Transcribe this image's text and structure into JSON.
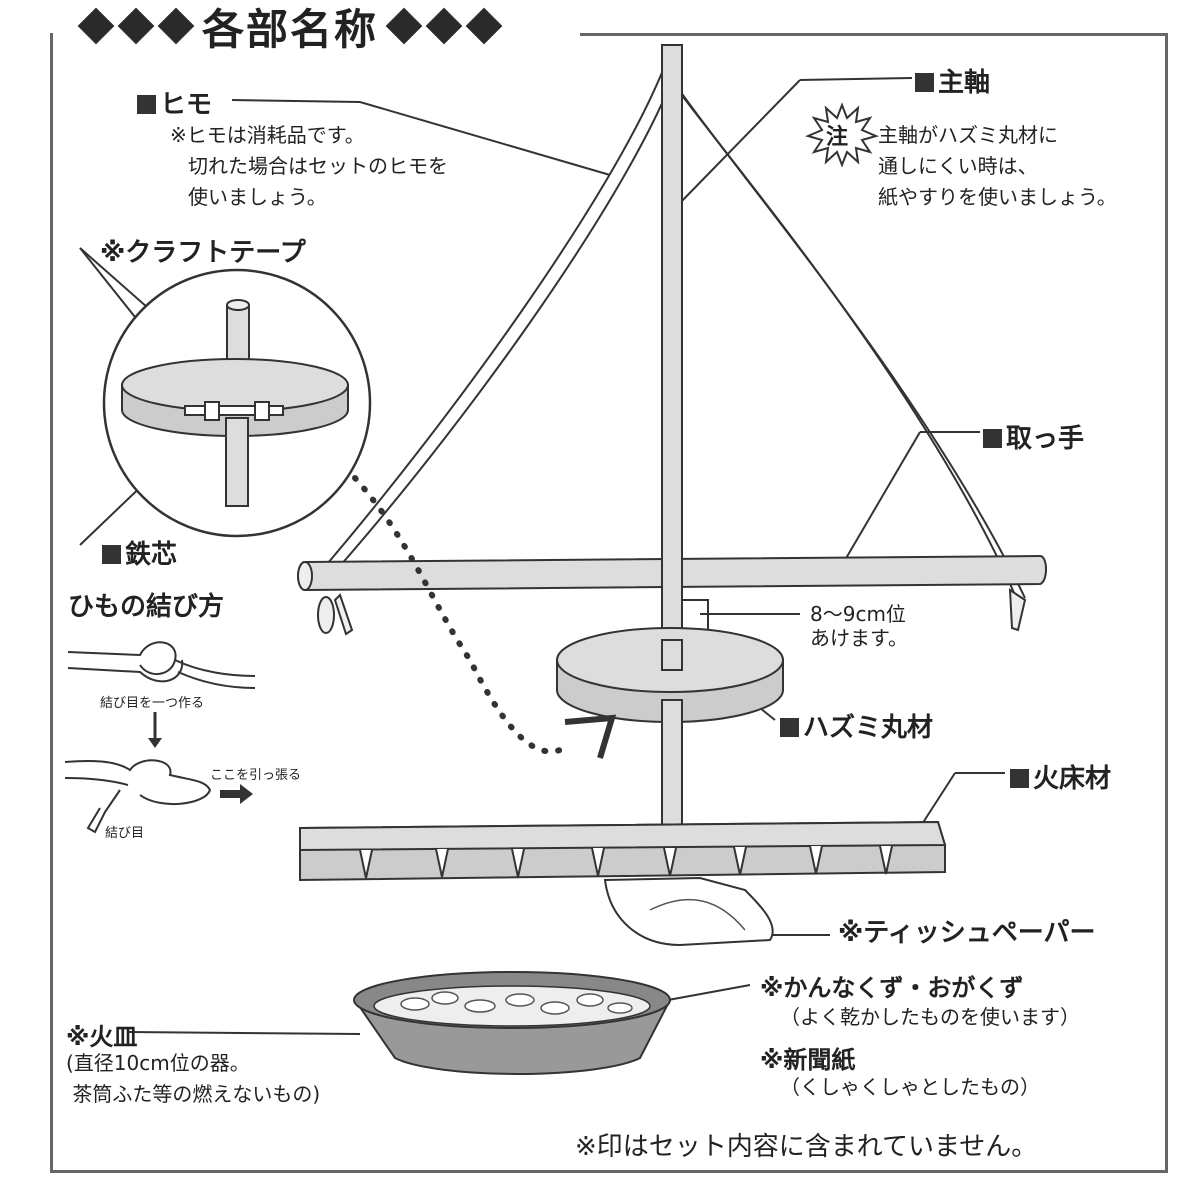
{
  "title": "各部名称",
  "labels": {
    "himo": "ヒモ",
    "himo_note": [
      "※ヒモは消耗品です。",
      "切れた場合はセットのヒモを",
      "使いましょう。"
    ],
    "shujiku": "主軸",
    "chu": "注",
    "shujiku_note": [
      "主軸がハズミ丸材に",
      "通しにくい時は、",
      "紙やすりを使いましょう。"
    ],
    "craft_tape": "※クラフトテープ",
    "tesshin": "鉄芯",
    "totte": "取っ手",
    "gap_note": [
      "8～9cm位",
      "あけます。"
    ],
    "hazumi": "ハズミ丸材",
    "hidoko": "火床材",
    "tissue": "※ティッシュペーパー",
    "kannakuzu": "※かんなくず・おがくず",
    "kannakuzu_note": "（よく乾かしたものを使います）",
    "shinbunshi": "※新聞紙",
    "shinbunshi_note": "（くしゃくしゃとしたもの）",
    "hizara": "※火皿",
    "hizara_note": [
      "直径10cm位の器。",
      "茶筒ふた等の燃えないもの"
    ],
    "knot_title": "ひもの結び方",
    "knot_step1": "結び目を一つ作る",
    "knot_pull": "ここを引っ張る",
    "knot_musubime": "結び目",
    "footer": "※印はセット内容に含まれていません。"
  }
}
